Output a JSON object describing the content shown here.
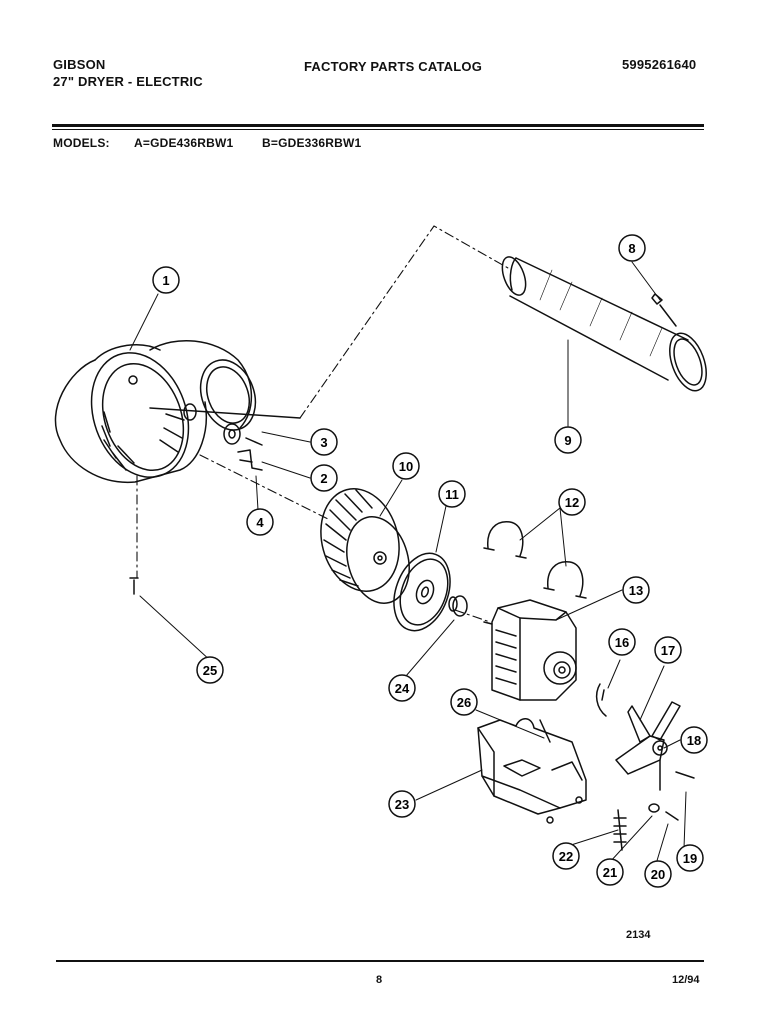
{
  "header": {
    "brand": "GIBSON",
    "product": "27\" DRYER - ELECTRIC",
    "catalog_title": "FACTORY PARTS CATALOG",
    "part_number": "5995261640"
  },
  "models": {
    "label": "MODELS:",
    "a": "A=GDE436RBW1",
    "b": "B=GDE336RBW1"
  },
  "callouts": [
    "1",
    "2",
    "3",
    "4",
    "8",
    "9",
    "10",
    "11",
    "12",
    "13",
    "16",
    "17",
    "18",
    "19",
    "20",
    "21",
    "22",
    "23",
    "24",
    "25",
    "26"
  ],
  "footer": {
    "figure_number": "2134",
    "page_number": "8",
    "date": "12/94"
  }
}
